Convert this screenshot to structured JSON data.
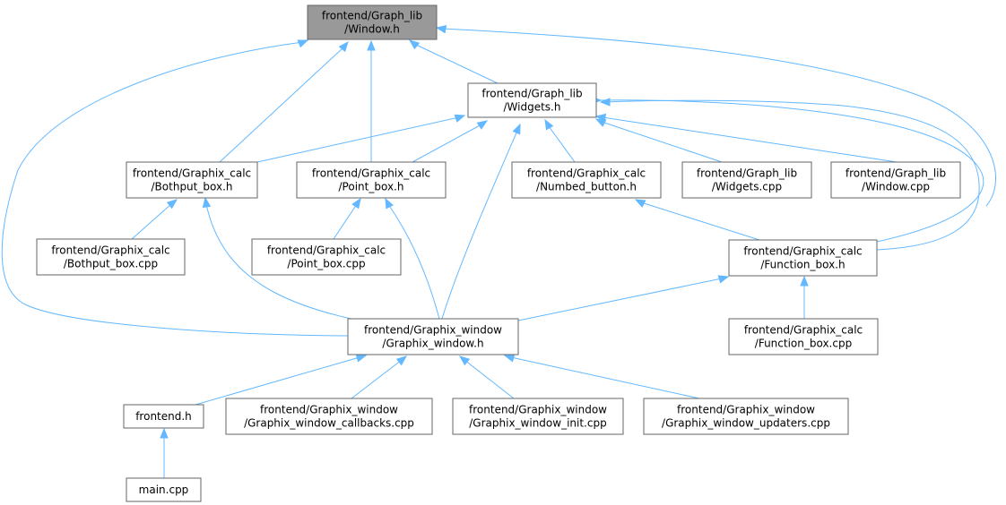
{
  "diagram": {
    "type": "include-dependency-graph",
    "colors": {
      "node_fill": "#ffffff",
      "node_highlight_fill": "#999999",
      "node_border": "#666666",
      "edge": "#63b8ff",
      "text": "#000000"
    },
    "nodes": [
      {
        "id": "window_h",
        "lines": [
          "frontend/Graph_lib",
          "/Window.h"
        ],
        "highlight": true
      },
      {
        "id": "widgets_h",
        "lines": [
          "frontend/Graph_lib",
          "/Widgets.h"
        ]
      },
      {
        "id": "bothput_box_h",
        "lines": [
          "frontend/Graphix_calc",
          "/Bothput_box.h"
        ]
      },
      {
        "id": "point_box_h",
        "lines": [
          "frontend/Graphix_calc",
          "/Point_box.h"
        ]
      },
      {
        "id": "numbed_button_h",
        "lines": [
          "frontend/Graphix_calc",
          "/Numbed_button.h"
        ]
      },
      {
        "id": "widgets_cpp",
        "lines": [
          "frontend/Graph_lib",
          "/Widgets.cpp"
        ]
      },
      {
        "id": "window_cpp",
        "lines": [
          "frontend/Graph_lib",
          "/Window.cpp"
        ]
      },
      {
        "id": "bothput_box_cpp",
        "lines": [
          "frontend/Graphix_calc",
          "/Bothput_box.cpp"
        ]
      },
      {
        "id": "point_box_cpp",
        "lines": [
          "frontend/Graphix_calc",
          "/Point_box.cpp"
        ]
      },
      {
        "id": "function_box_h",
        "lines": [
          "frontend/Graphix_calc",
          "/Function_box.h"
        ]
      },
      {
        "id": "graphix_window_h",
        "lines": [
          "frontend/Graphix_window",
          "/Graphix_window.h"
        ]
      },
      {
        "id": "function_box_cpp",
        "lines": [
          "frontend/Graphix_calc",
          "/Function_box.cpp"
        ]
      },
      {
        "id": "frontend_h",
        "lines": [
          "frontend.h"
        ]
      },
      {
        "id": "callbacks_cpp",
        "lines": [
          "frontend/Graphix_window",
          "/Graphix_window_callbacks.cpp"
        ]
      },
      {
        "id": "init_cpp",
        "lines": [
          "frontend/Graphix_window",
          "/Graphix_window_init.cpp"
        ]
      },
      {
        "id": "updaters_cpp",
        "lines": [
          "frontend/Graphix_window",
          "/Graphix_window_updaters.cpp"
        ]
      },
      {
        "id": "main_cpp",
        "lines": [
          "main.cpp"
        ]
      }
    ],
    "edges": [
      {
        "from": "widgets_h",
        "to": "window_h"
      },
      {
        "from": "window_cpp",
        "to": "window_h"
      },
      {
        "from": "bothput_box_h",
        "to": "window_h"
      },
      {
        "from": "point_box_h",
        "to": "window_h"
      },
      {
        "from": "function_box_h",
        "to": "window_h"
      },
      {
        "from": "graphix_window_h",
        "to": "window_h"
      },
      {
        "from": "bothput_box_h",
        "to": "widgets_h"
      },
      {
        "from": "point_box_h",
        "to": "widgets_h"
      },
      {
        "from": "numbed_button_h",
        "to": "widgets_h"
      },
      {
        "from": "widgets_cpp",
        "to": "widgets_h"
      },
      {
        "from": "window_cpp",
        "to": "widgets_h"
      },
      {
        "from": "function_box_h",
        "to": "widgets_h"
      },
      {
        "from": "graphix_window_h",
        "to": "widgets_h"
      },
      {
        "from": "bothput_box_cpp",
        "to": "bothput_box_h"
      },
      {
        "from": "graphix_window_h",
        "to": "bothput_box_h"
      },
      {
        "from": "point_box_cpp",
        "to": "point_box_h"
      },
      {
        "from": "graphix_window_h",
        "to": "point_box_h"
      },
      {
        "from": "function_box_h",
        "to": "numbed_button_h"
      },
      {
        "from": "graphix_window_h",
        "to": "function_box_h"
      },
      {
        "from": "function_box_cpp",
        "to": "function_box_h"
      },
      {
        "from": "frontend_h",
        "to": "graphix_window_h"
      },
      {
        "from": "callbacks_cpp",
        "to": "graphix_window_h"
      },
      {
        "from": "init_cpp",
        "to": "graphix_window_h"
      },
      {
        "from": "updaters_cpp",
        "to": "graphix_window_h"
      },
      {
        "from": "main_cpp",
        "to": "frontend_h"
      }
    ]
  }
}
